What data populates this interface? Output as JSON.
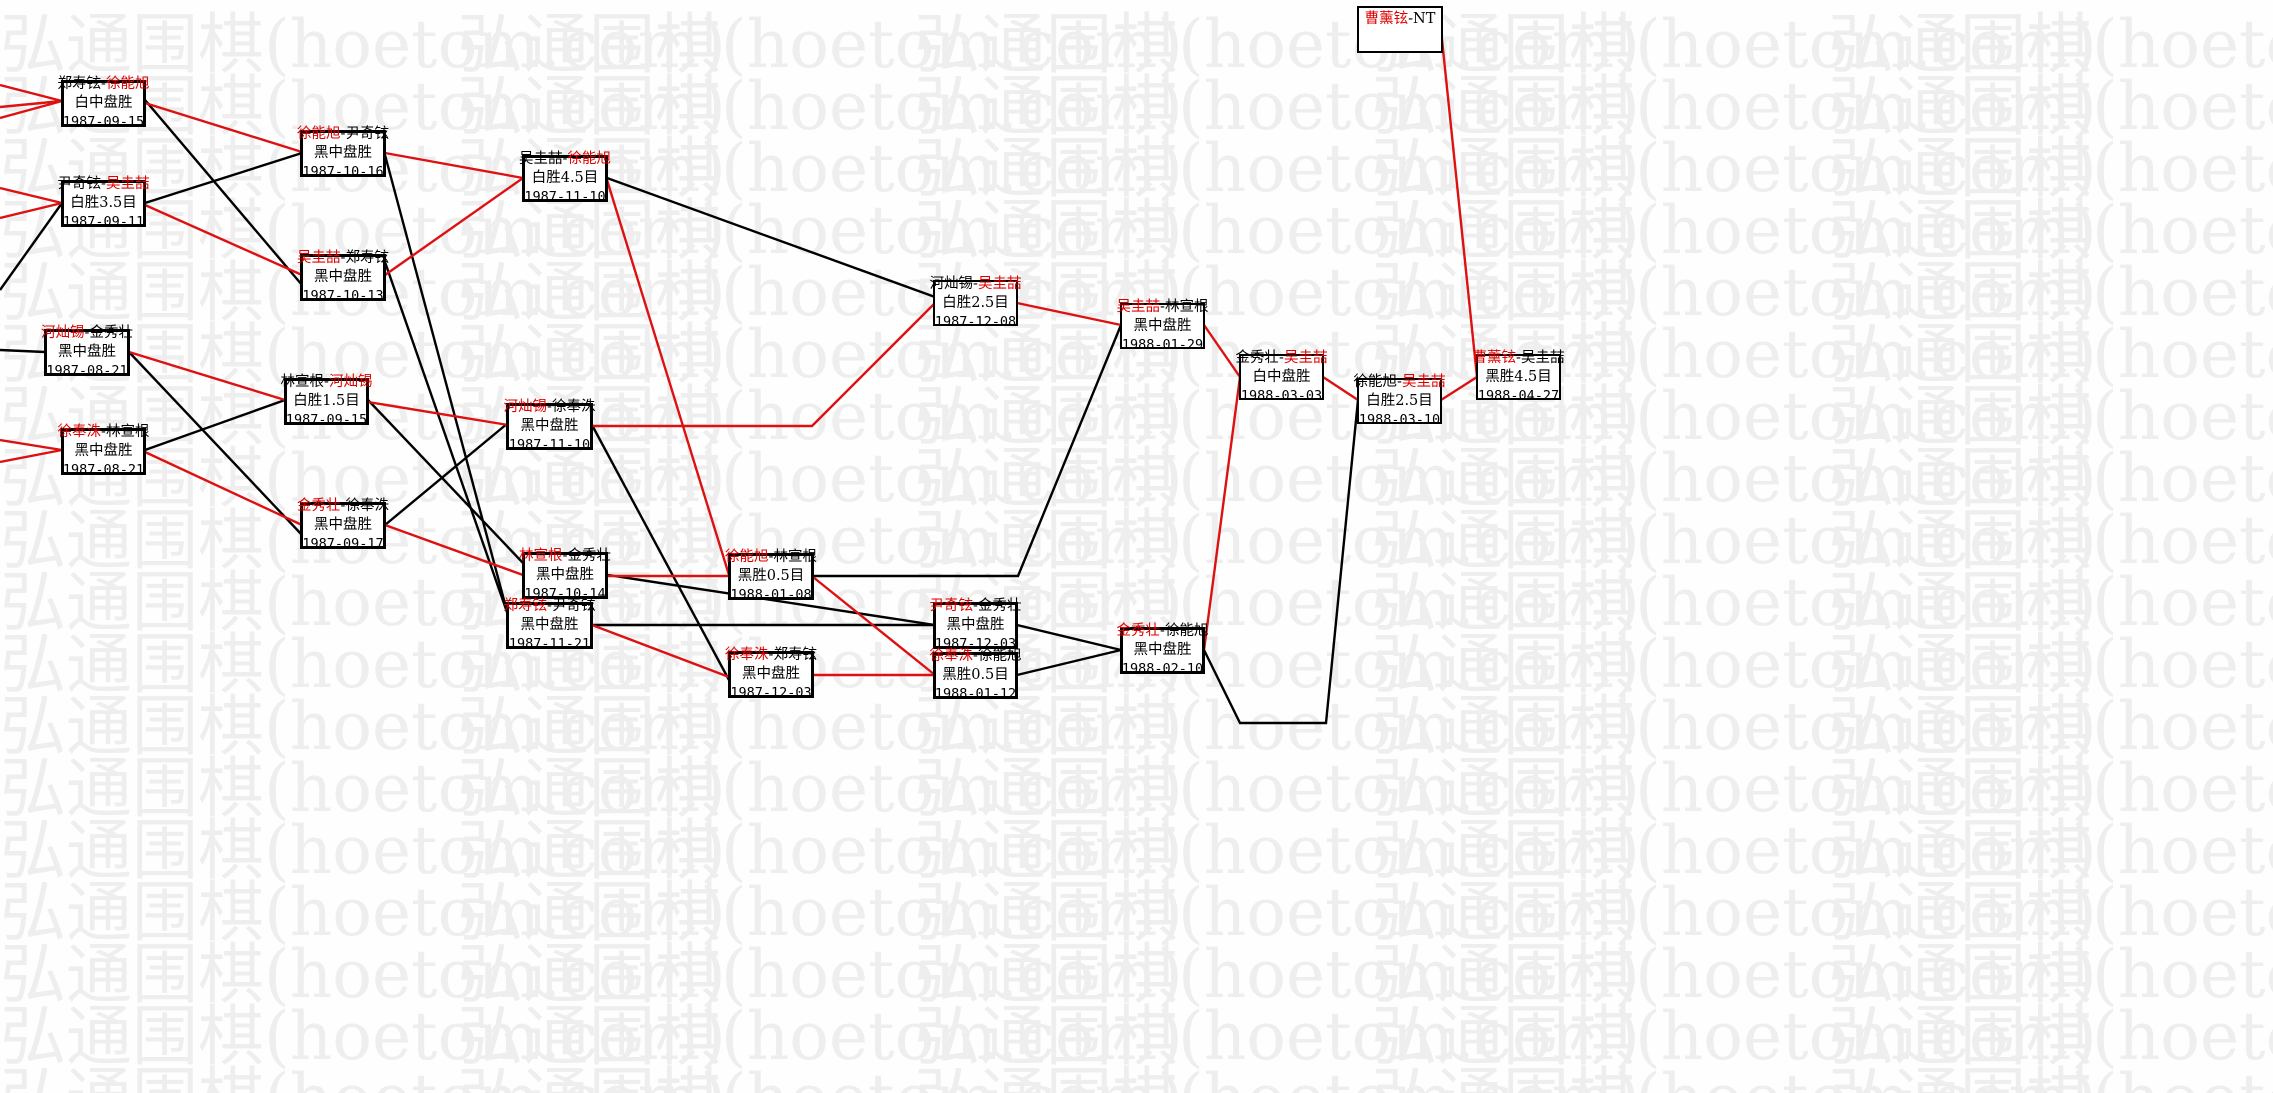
{
  "watermark": "弘通围棋(hoetom.com)",
  "colors": {
    "winner": "#e00000",
    "link_win": "#dd1111",
    "link_loss": "#000000"
  },
  "games": [
    {
      "id": "g1",
      "black": "郑寿铉",
      "white": "徐能旭",
      "winner": "white",
      "result": "白中盘胜",
      "date": "1987-09-15"
    },
    {
      "id": "g2",
      "black": "尹奇铉",
      "white": "吴圭喆",
      "winner": "white",
      "result": "白胜3.5目",
      "date": "1987-09-11"
    },
    {
      "id": "g3",
      "black": "河灿锡",
      "white": "金秀壮",
      "winner": "black",
      "result": "黑中盘胜",
      "date": "1987-08-21"
    },
    {
      "id": "g4",
      "black": "徐奉洙",
      "white": "林宣根",
      "winner": "black",
      "result": "黑中盘胜",
      "date": "1987-08-21"
    },
    {
      "id": "g5",
      "black": "徐能旭",
      "white": "尹奇铉",
      "winner": "black",
      "result": "黑中盘胜",
      "date": "1987-10-16"
    },
    {
      "id": "g6",
      "black": "吴圭喆",
      "white": "郑寿铉",
      "winner": "black",
      "result": "黑中盘胜",
      "date": "1987-10-13"
    },
    {
      "id": "g7",
      "black": "林宣根",
      "white": "河灿锡",
      "winner": "white",
      "result": "白胜1.5目",
      "date": "1987-09-15"
    },
    {
      "id": "g8",
      "black": "金秀壮",
      "white": "徐奉洙",
      "winner": "black",
      "result": "黑中盘胜",
      "date": "1987-09-17"
    },
    {
      "id": "g9",
      "black": "吴圭喆",
      "white": "徐能旭",
      "winner": "white",
      "result": "白胜4.5目",
      "date": "1987-11-10"
    },
    {
      "id": "g10",
      "black": "河灿锡",
      "white": "徐奉洙",
      "winner": "black",
      "result": "黑中盘胜",
      "date": "1987-11-10"
    },
    {
      "id": "g11",
      "black": "林宣根",
      "white": "金秀壮",
      "winner": "black",
      "result": "黑中盘胜",
      "date": "1987-10-14"
    },
    {
      "id": "g12",
      "black": "郑寿铉",
      "white": "尹奇铉",
      "winner": "black",
      "result": "黑中盘胜",
      "date": "1987-11-21"
    },
    {
      "id": "g13",
      "black": "徐能旭",
      "white": "林宣根",
      "winner": "black",
      "result": "黑胜0.5目",
      "date": "1988-01-08"
    },
    {
      "id": "g14",
      "black": "徐奉洙",
      "white": "郑寿铉",
      "winner": "black",
      "result": "黑中盘胜",
      "date": "1987-12-03"
    },
    {
      "id": "g15",
      "black": "河灿锡",
      "white": "吴圭喆",
      "winner": "white",
      "result": "白胜2.5目",
      "date": "1987-12-08"
    },
    {
      "id": "g16",
      "black": "尹奇铉",
      "white": "金秀壮",
      "winner": "black",
      "result": "黑中盘胜",
      "date": "1987-12-03"
    },
    {
      "id": "g17",
      "black": "徐奉洙",
      "white": "徐能旭",
      "winner": "black",
      "result": "黑胜0.5目",
      "date": "1988-01-12"
    },
    {
      "id": "g18",
      "black": "吴圭喆",
      "white": "林宣根",
      "winner": "black",
      "result": "黑中盘胜",
      "date": "1988-01-29"
    },
    {
      "id": "g19",
      "black": "金秀壮",
      "white": "徐能旭",
      "winner": "black",
      "result": "黑中盘胜",
      "date": "1988-02-10"
    },
    {
      "id": "g20",
      "black": "金秀壮",
      "white": "吴圭喆",
      "winner": "white",
      "result": "白中盘胜",
      "date": "1988-03-03"
    },
    {
      "id": "g21",
      "black": "徐能旭",
      "white": "吴圭喆",
      "winner": "white",
      "result": "白胜2.5目",
      "date": "1988-03-10"
    },
    {
      "id": "g22",
      "black": "曹薰铉",
      "white": "吴圭喆",
      "winner": "black",
      "result": "黑胜4.5目",
      "date": "1988-04-27"
    },
    {
      "id": "g23",
      "black": "曹薰铉",
      "white": "NT",
      "winner": "black",
      "result": "",
      "date": ""
    }
  ]
}
